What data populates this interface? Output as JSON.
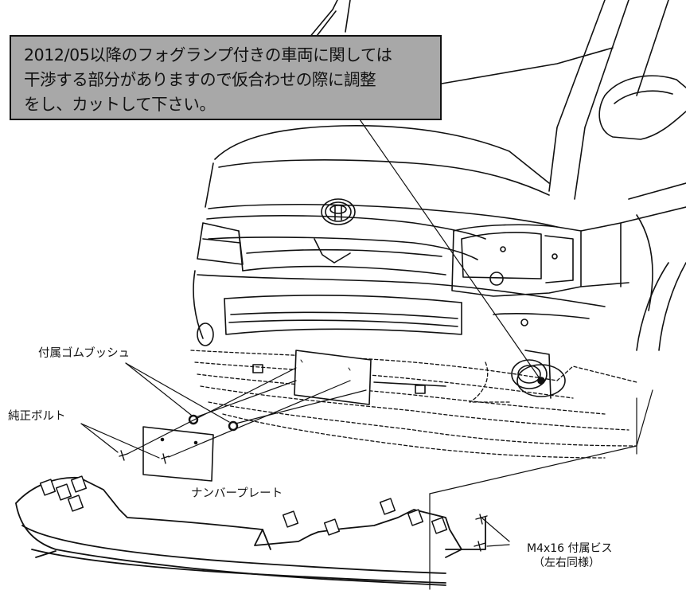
{
  "note": {
    "lines": [
      "2012/05以降のフォグランプ付きの車両に関しては",
      "干渉する部分がありますので仮合わせの際に調整",
      "をし、カットして下さい。"
    ]
  },
  "labels": {
    "rubber_bush": "付属ゴムブッシュ",
    "genuine_bolt": "純正ボルト",
    "number_plate": "ナンバープレート",
    "screw_line1": "M4x16 付属ビス",
    "screw_line2": "（左右同様）"
  }
}
